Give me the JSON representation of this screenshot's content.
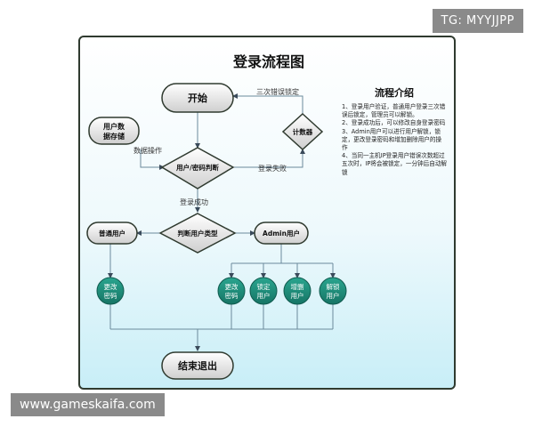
{
  "watermarks": {
    "top": "TG: MYYJJPP",
    "bottom": "www.gameskaifa.com"
  },
  "title": "登录流程图",
  "nodes": {
    "start": "开始",
    "user_store": [
      "用户数",
      "据存储"
    ],
    "counter": "计数器",
    "check": "用户/密码判断",
    "judge_type": "判断用户类型",
    "normal_user": "普通用户",
    "admin_user": "Admin用户",
    "end": "结束退出",
    "normal_ops": [
      [
        "更改",
        "密码"
      ]
    ],
    "admin_ops": [
      [
        "更改",
        "密码"
      ],
      [
        "锁定",
        "用户"
      ],
      [
        "增删",
        "用户"
      ],
      [
        "解锁",
        "用户"
      ]
    ]
  },
  "edges": {
    "lock_after_three": "三次错误锁定",
    "data_op": "数据操作",
    "login_fail": "登录失败",
    "login_success": "登录成功"
  },
  "intro": {
    "title": "流程介绍",
    "items": [
      "1、登录用户验证，普通用户登录三次错误后锁定，管理员可以解锁。",
      "2、登录成功后，可以修改自身登录密码",
      "3、Admin用户可以进行用户解锁，锁定，更改登录密码和增加删除用户的操作",
      "4、当同一主机IP登录用户错误次数超过五次时，IP将会被锁定，一分钟后自动解锁"
    ]
  },
  "colors": {
    "node_fill": "#dcdcdc",
    "op_fill": "#1e8a78",
    "line": "#6b8a9c",
    "arrow": "#3a4a5a"
  }
}
